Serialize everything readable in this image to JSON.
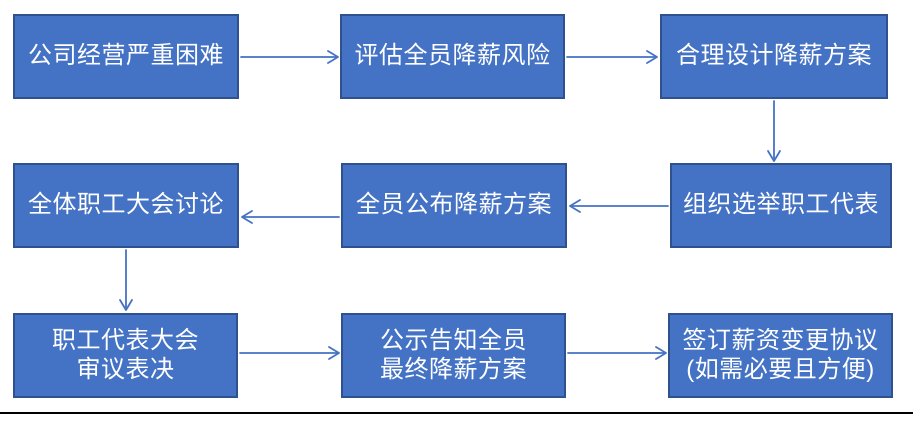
{
  "flowchart": {
    "steps": [
      {
        "id": "step-1",
        "lines": [
          "公司经营严重困难"
        ]
      },
      {
        "id": "step-2",
        "lines": [
          "评估全员降薪风险"
        ]
      },
      {
        "id": "step-3",
        "lines": [
          "合理设计降薪方案"
        ]
      },
      {
        "id": "step-4",
        "lines": [
          "全体职工大会讨论"
        ]
      },
      {
        "id": "step-5",
        "lines": [
          "全员公布降薪方案"
        ]
      },
      {
        "id": "step-6",
        "lines": [
          "组织选举职工代表"
        ]
      },
      {
        "id": "step-7",
        "lines": [
          "职工代表大会",
          "审议表决"
        ]
      },
      {
        "id": "step-8",
        "lines": [
          "公示告知全员",
          "最终降薪方案"
        ]
      },
      {
        "id": "step-9",
        "lines": [
          "签订薪资变更协议",
          "(如需必要且方便)"
        ]
      }
    ],
    "connections": [
      {
        "from": "公司经营严重困难",
        "to": "评估全员降薪风险"
      },
      {
        "from": "评估全员降薪风险",
        "to": "合理设计降薪方案"
      },
      {
        "from": "合理设计降薪方案",
        "to": "组织选举职工代表"
      },
      {
        "from": "组织选举职工代表",
        "to": "全员公布降薪方案"
      },
      {
        "from": "全员公布降薪方案",
        "to": "全体职工大会讨论"
      },
      {
        "from": "全体职工大会讨论",
        "to": "职工代表大会审议表决"
      },
      {
        "from": "职工代表大会审议表决",
        "to": "公示告知全员最终降薪方案"
      },
      {
        "from": "公示告知全员最终降薪方案",
        "to": "签订薪资变更协议(如需必要且方便)"
      }
    ]
  },
  "colors": {
    "box_fill": "#4472C4",
    "box_border": "#2F528F",
    "arrow": "#4472C4",
    "divider_line": "#000000",
    "text": "#FFFFFF"
  }
}
